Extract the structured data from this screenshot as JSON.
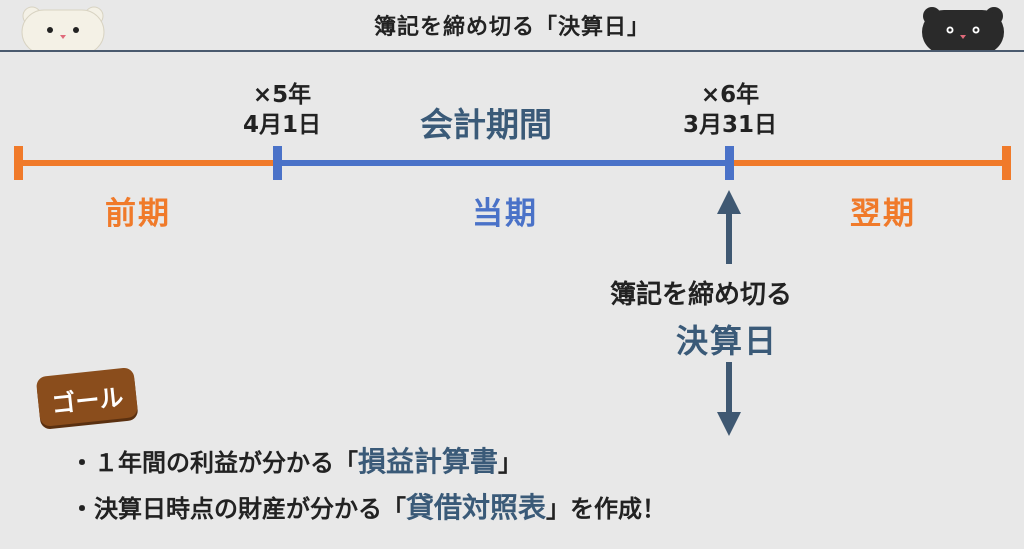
{
  "header": {
    "title": "簿記を締め切る「決算日」"
  },
  "timeline": {
    "start_date_line1": "×5年",
    "start_date_line2": "4月1日",
    "end_date_line1": "×6年",
    "end_date_line2": "3月31日",
    "period_title": "会計期間",
    "previous_label": "前期",
    "current_label": "当期",
    "next_label": "翌期"
  },
  "closing": {
    "note": "簿記を締め切る",
    "label": "決算日"
  },
  "goal": {
    "badge": "ゴール",
    "bullet": "・",
    "item1_prefix": "１年間の利益が分かる「",
    "item1_highlight": "損益計算書",
    "item1_suffix": "」",
    "item2_prefix": "決算日時点の財産が分かる「",
    "item2_highlight": "貸借対照表",
    "item2_suffix": "」を作成！"
  },
  "colors": {
    "orange": "#f07a2a",
    "blue": "#4a72c8",
    "dark_blue": "#3a5a78",
    "badge_brown": "#8a4d1c"
  },
  "icons": {
    "left_mascot": "white-bear-icon",
    "right_mascot": "black-bear-icon"
  }
}
